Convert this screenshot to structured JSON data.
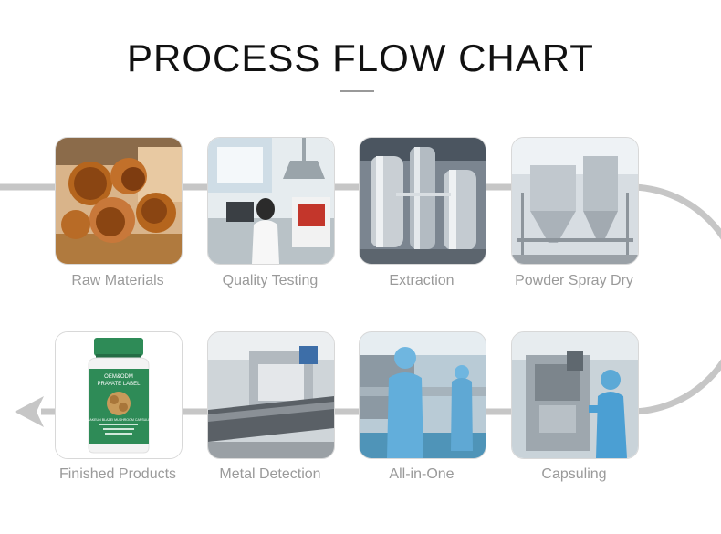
{
  "title": "PROCESS FLOW CHART",
  "product_label": {
    "line1": "OEM&ODM",
    "line2": "PRAVATE LABEL",
    "line3": "MAKEUN BLAZEI MUSHROOM CAPSULE"
  },
  "steps": [
    {
      "label": "Raw Materials",
      "icon": "mushroom-photo"
    },
    {
      "label": "Quality Testing",
      "icon": "lab-photo"
    },
    {
      "label": "Extraction",
      "icon": "extraction-tanks-photo"
    },
    {
      "label": "Powder Spray Dry",
      "icon": "spray-dryer-photo"
    },
    {
      "label": "Capsuling",
      "icon": "capsule-machine-photo"
    },
    {
      "label": "All-in-One",
      "icon": "cleanroom-photo"
    },
    {
      "label": "Metal Detection",
      "icon": "metal-detector-photo"
    },
    {
      "label": "Finished Products",
      "icon": "supplement-bottle-photo"
    }
  ],
  "colors": {
    "flow_line": "#c6c6c6",
    "title": "#111111",
    "caption": "#9a9a9a",
    "bottle_green": "#2e8b57"
  }
}
